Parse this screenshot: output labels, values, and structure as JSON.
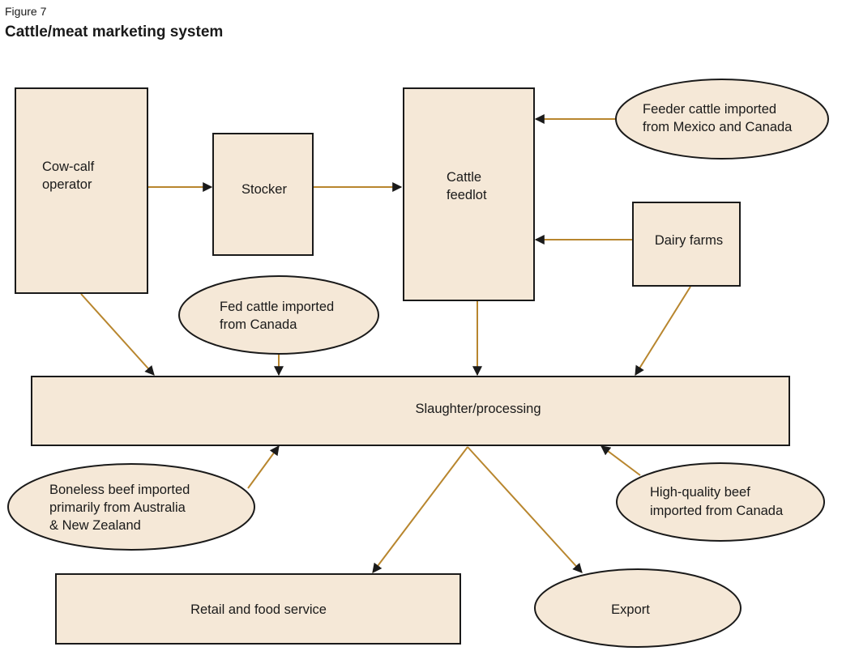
{
  "figure": {
    "label": "Figure 7",
    "title": "Cattle/meat marketing system"
  },
  "colors": {
    "node_fill": "#f5e8d7",
    "node_stroke": "#1a1a1a",
    "arrow": "#b8862e",
    "arrowhead": "#1a1a1a"
  },
  "nodes": {
    "cow_calf": [
      "Cow-calf",
      "operator"
    ],
    "stocker": [
      "Stocker"
    ],
    "feedlot": [
      "Cattle",
      "feedlot"
    ],
    "feeder_imports": [
      "Feeder cattle imported",
      "from Mexico and Canada"
    ],
    "dairy": [
      "Dairy farms"
    ],
    "fed_cattle_imports": [
      "Fed cattle imported",
      "from Canada"
    ],
    "slaughter": [
      "Slaughter/processing"
    ],
    "boneless_imports": [
      "Boneless beef imported",
      "primarily from Australia",
      "& New Zealand"
    ],
    "high_quality_imports": [
      "High-quality beef",
      "imported from Canada"
    ],
    "retail": [
      "Retail and food service"
    ],
    "export": [
      "Export"
    ]
  }
}
